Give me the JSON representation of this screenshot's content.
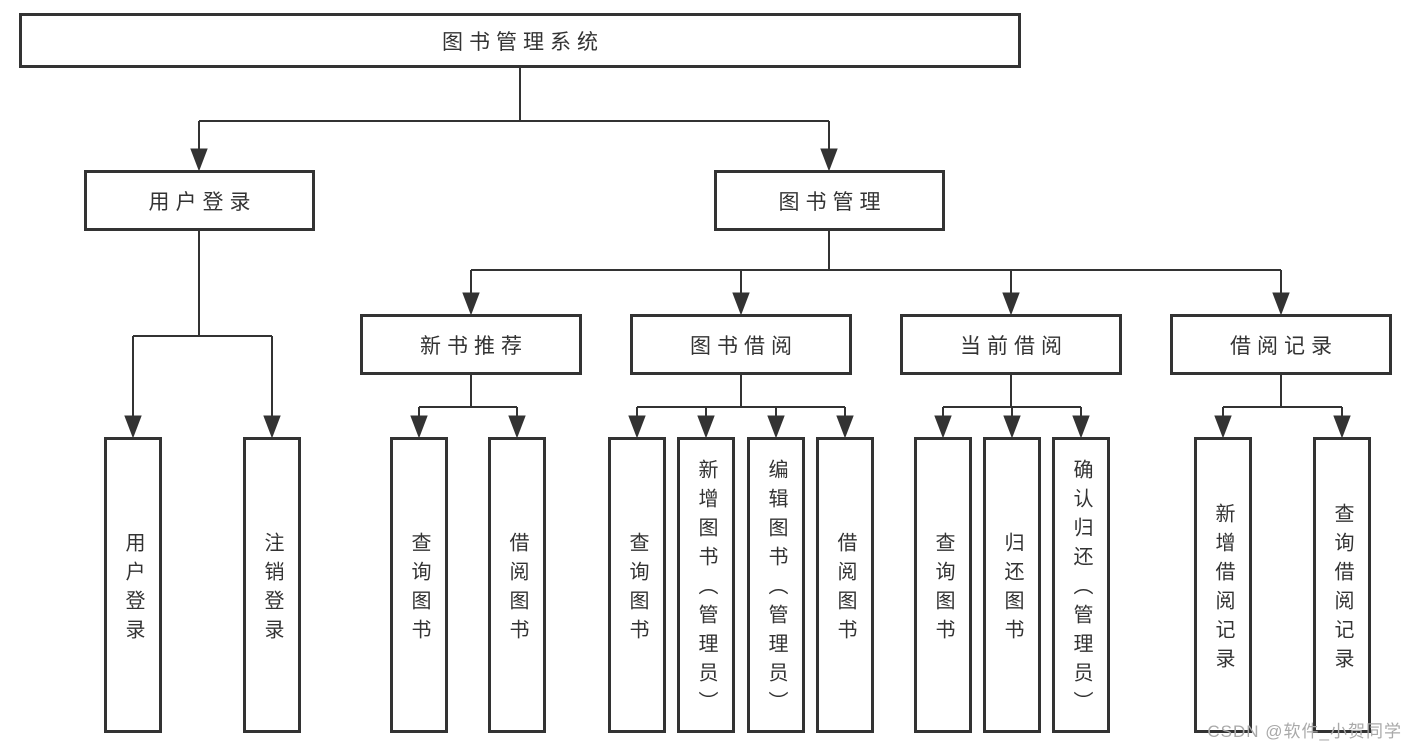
{
  "tree": {
    "label": "图书管理系统",
    "children": [
      {
        "label": "用户登录",
        "children": [
          {
            "label": "用户登录"
          },
          {
            "label": "注销登录"
          }
        ]
      },
      {
        "label": "图书管理",
        "children": [
          {
            "label": "新书推荐",
            "children": [
              {
                "label": "查询图书"
              },
              {
                "label": "借阅图书"
              }
            ]
          },
          {
            "label": "图书借阅",
            "children": [
              {
                "label": "查询图书"
              },
              {
                "label": "新增图书（管理员）"
              },
              {
                "label": "编辑图书（管理员）"
              },
              {
                "label": "借阅图书"
              }
            ]
          },
          {
            "label": "当前借阅",
            "children": [
              {
                "label": "查询图书"
              },
              {
                "label": "归还图书"
              },
              {
                "label": "确认归还（管理员）"
              }
            ]
          },
          {
            "label": "借阅记录",
            "children": [
              {
                "label": "新增借阅记录"
              },
              {
                "label": "查询借阅记录"
              }
            ]
          }
        ]
      }
    ]
  },
  "watermark": "CSDN @软件_小贺同学",
  "colors": {
    "line": "#333333",
    "box_border": "#333333",
    "text": "#333333",
    "background": "#ffffff",
    "watermark": "#a9a9a9"
  }
}
